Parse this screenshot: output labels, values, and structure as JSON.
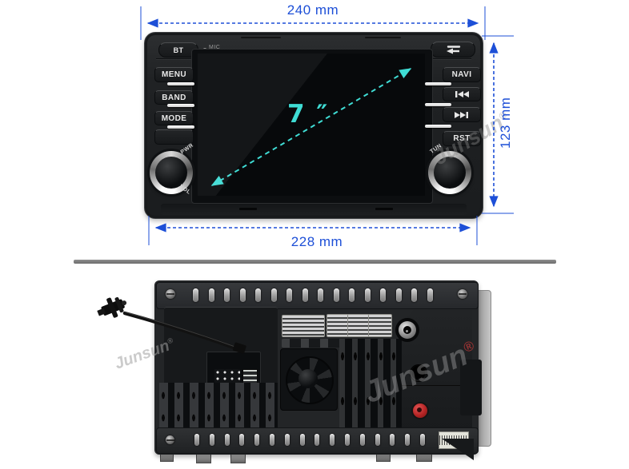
{
  "colors": {
    "dimension_blue": "#1d4fd7",
    "screen_cyan": "#3fdcd4",
    "background": "#ffffff",
    "divider_gray": "#7a7a7a",
    "rca_red": "#b32424"
  },
  "dimensions": {
    "top_width": "240 mm",
    "bottom_width": "228 mm",
    "side_height": "123 mm",
    "screen_diagonal": "7 ″"
  },
  "front_panel": {
    "bt_button": "BT",
    "mic_label": "MIC",
    "menu_button": "MENU",
    "band_button": "BAND",
    "mode_button": "MODE",
    "navi_button": "NAVI",
    "rst_button": "RST",
    "pwr_label": "PWR",
    "vol_label": "VOL",
    "tun_label": "TUN",
    "icons": {
      "eject": "eject-icon",
      "previous": "previous-track-icon",
      "next": "next-track-icon"
    }
  },
  "watermark": {
    "text": "Junsun",
    "registered": "®"
  }
}
